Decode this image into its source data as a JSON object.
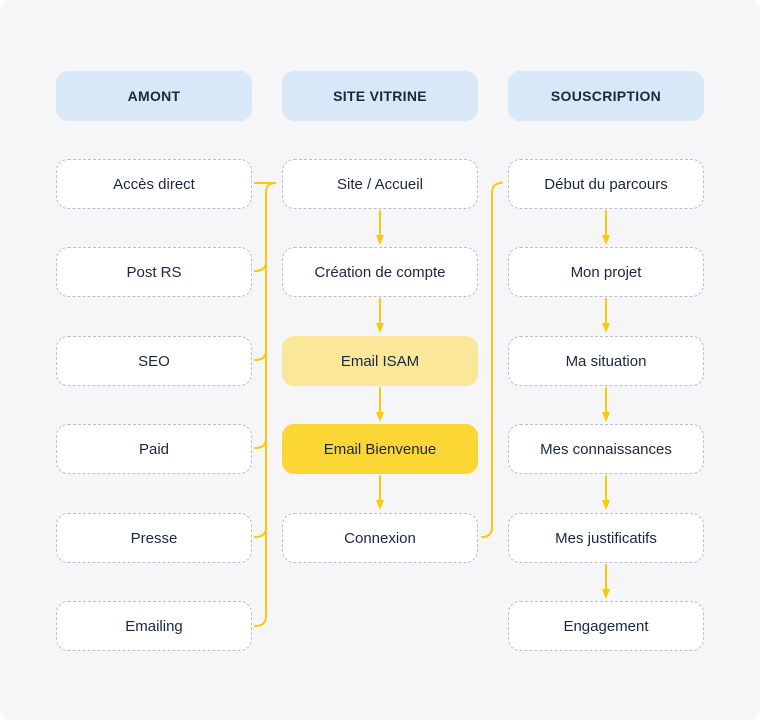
{
  "columns": [
    {
      "header": "AMONT",
      "steps": [
        "Accès direct",
        "Post RS",
        "SEO",
        "Paid",
        "Presse",
        "Emailing"
      ]
    },
    {
      "header": "SITE VITRINE",
      "steps": [
        "Site / Accueil",
        "Création de compte",
        "Email ISAM",
        "Email Bienvenue",
        "Connexion"
      ]
    },
    {
      "header": "SOUSCRIPTION",
      "steps": [
        "Début du parcours",
        "Mon projet",
        "Ma situation",
        "Mes connaissances",
        "Mes justificatifs",
        "Engagement"
      ]
    }
  ],
  "colors": {
    "connector": "#fbc80a",
    "header_bg": "#d9e8f7",
    "highlight_light": "#fae79a",
    "highlight_strong": "#fbd634"
  }
}
